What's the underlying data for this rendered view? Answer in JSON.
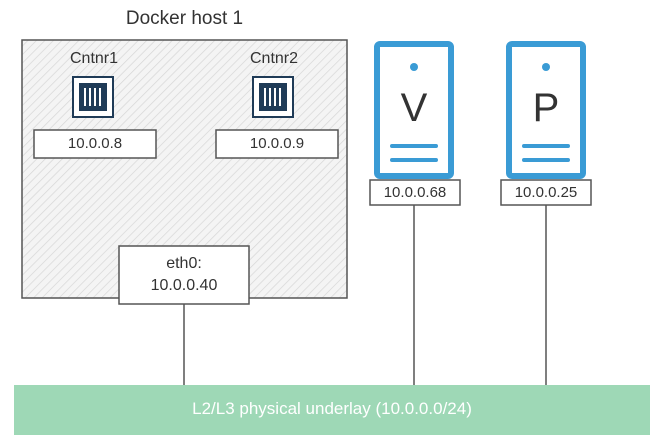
{
  "docker_host": {
    "title": "Docker host 1",
    "containers": [
      {
        "name": "Cntnr1",
        "ip": "10.0.0.8",
        "icon": "container-icon"
      },
      {
        "name": "Cntnr2",
        "ip": "10.0.0.9",
        "icon": "container-icon"
      }
    ],
    "nic": {
      "name": "eth0:",
      "ip": "10.0.0.40"
    }
  },
  "servers": [
    {
      "letter": "V",
      "ip": "10.0.0.68",
      "icon": "server-icon"
    },
    {
      "letter": "P",
      "ip": "10.0.0.25",
      "icon": "server-icon"
    }
  ],
  "underlay": {
    "label": "L2/L3 physical underlay (10.0.0.0/24)"
  },
  "colors": {
    "server_outline": "#3a9bd5",
    "underlay_fill": "#9ed8b6",
    "host_hatch": "#cfcfcf",
    "line": "#7f7f7f"
  }
}
